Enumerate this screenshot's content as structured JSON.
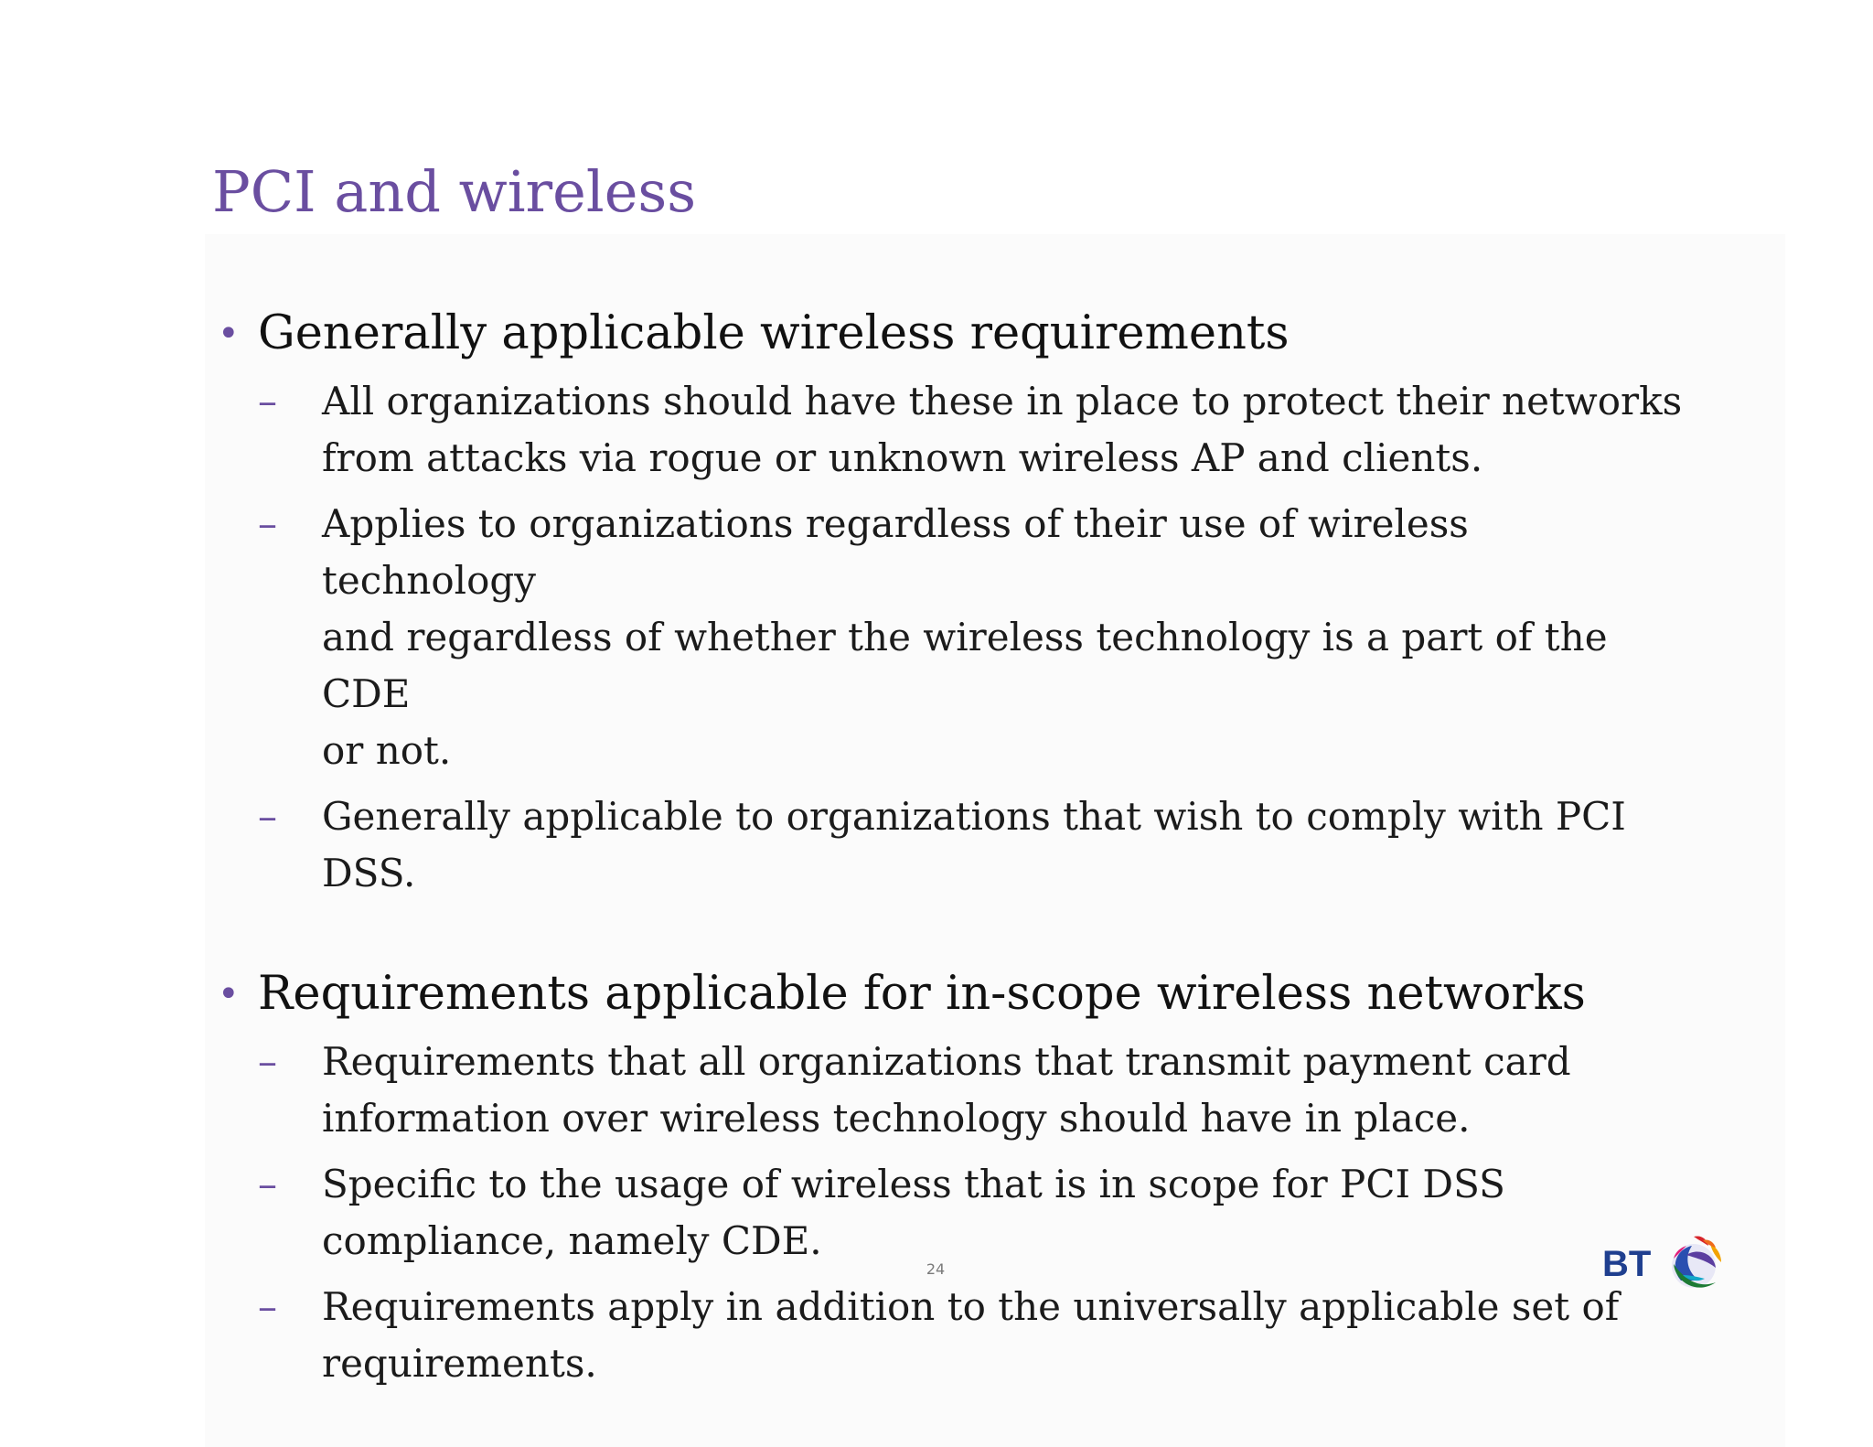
{
  "slide": {
    "title": "PCI and wireless",
    "bullets": [
      {
        "text": "Generally applicable wireless requirements",
        "subitems": [
          "All organizations should have these in place to protect their networks\nfrom attacks via rogue or unknown wireless AP and clients.",
          "Applies to organizations regardless of their use of wireless technology\nand regardless of whether the wireless technology is a part of the CDE\nor not.",
          "Generally applicable to organizations that wish to comply with PCI DSS."
        ]
      },
      {
        "text": "Requirements applicable for in-scope wireless networks",
        "subitems": [
          "Requirements that all organizations that transmit payment card\ninformation over wireless technology should have in place.",
          "Specific to the usage of wireless that is in  scope for PCI DSS\ncompliance, namely CDE.",
          "Requirements apply in addition to the universally applicable set of\nrequirements."
        ]
      }
    ],
    "bullet_symbol": "•",
    "dash_symbol": "–",
    "page_number": "24"
  },
  "logo": {
    "text": "BT",
    "icon": "bt-globe-icon"
  },
  "colors": {
    "title": "#6a4ea0",
    "bullet_mark": "#6a4ea0",
    "body_text": "#111111",
    "logo_text": "#1f3f8f"
  }
}
